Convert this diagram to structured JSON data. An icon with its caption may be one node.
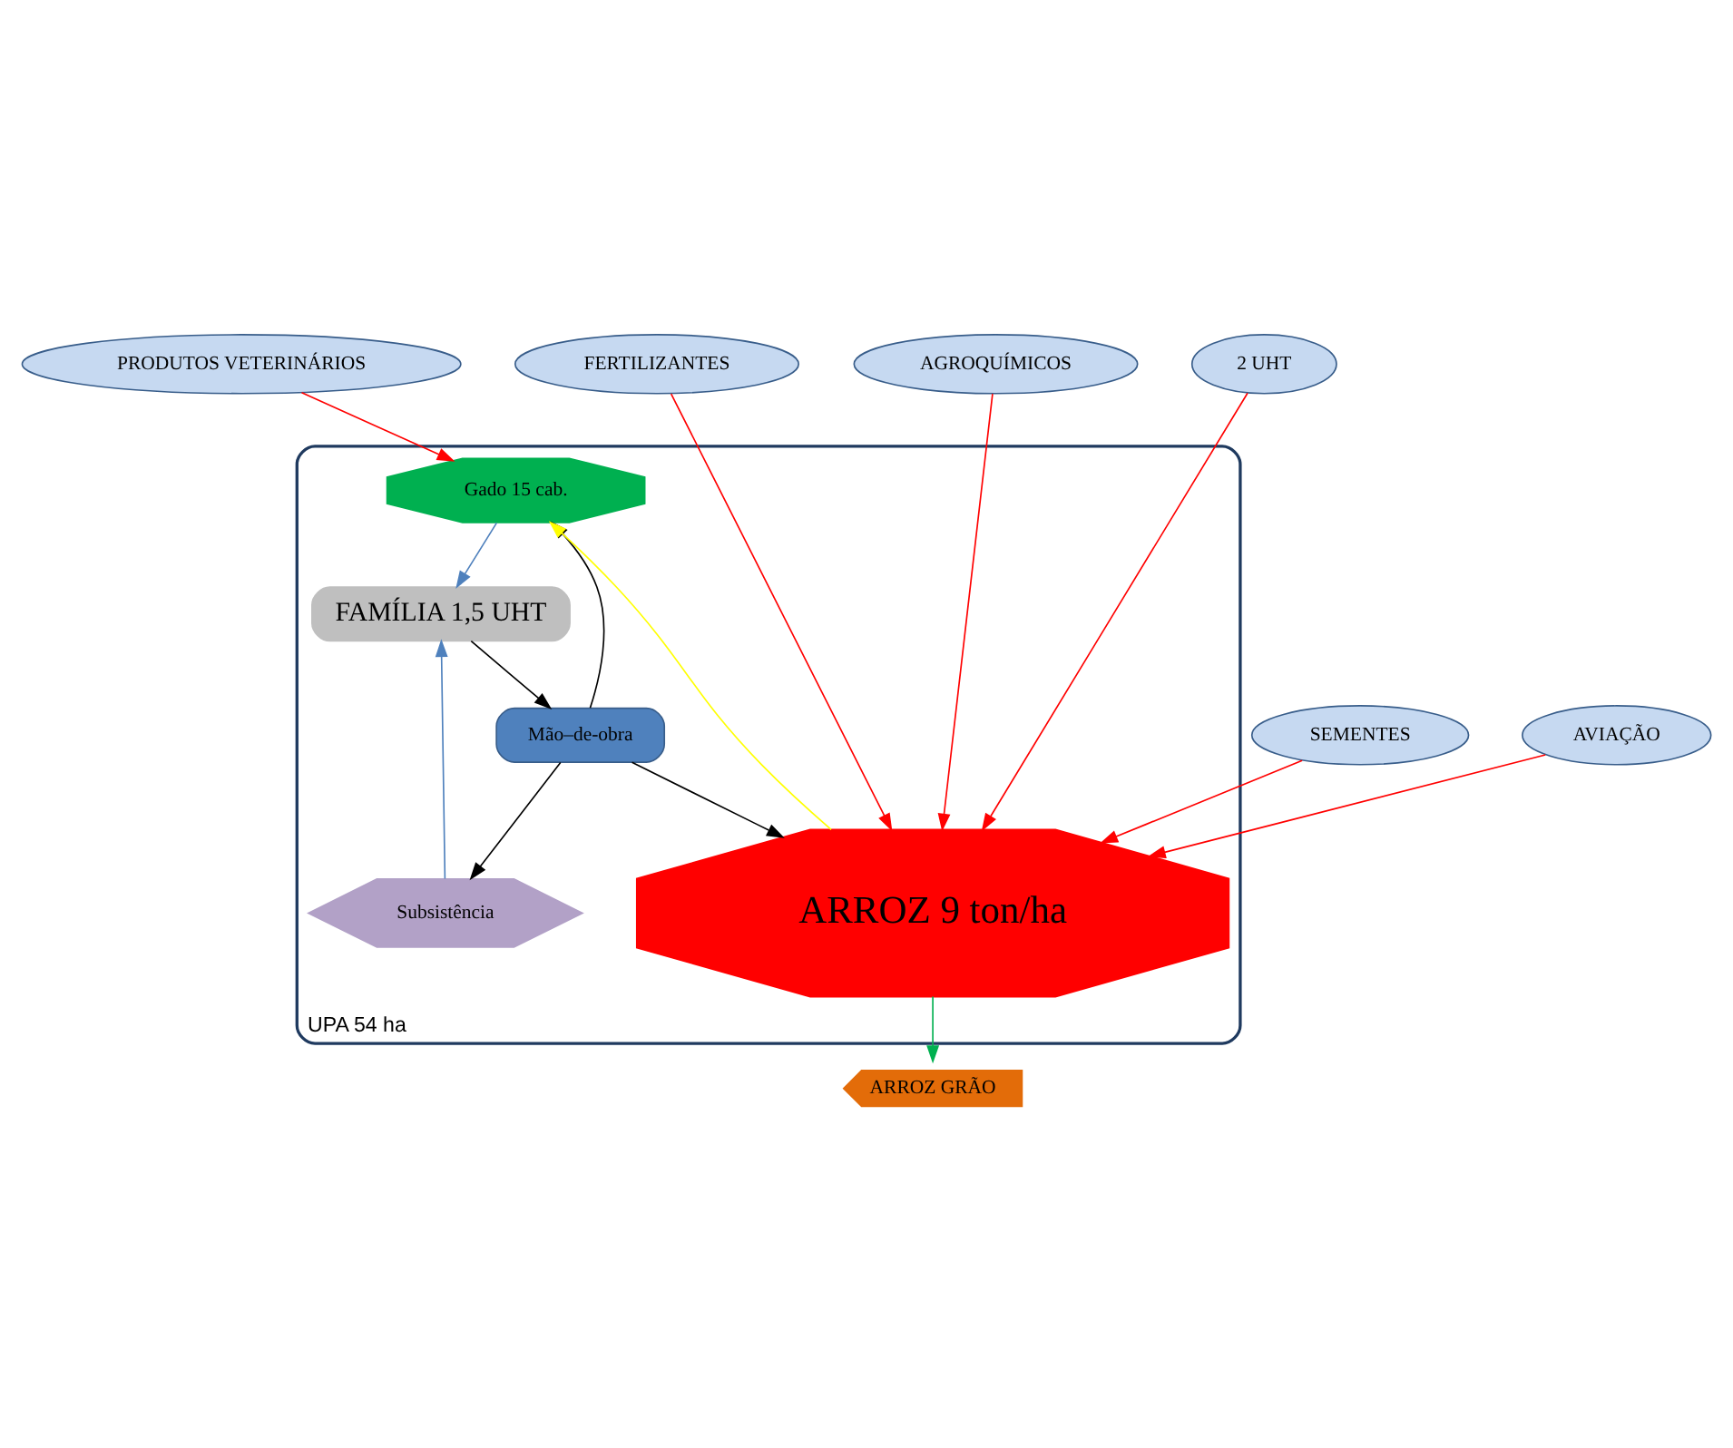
{
  "diagram": {
    "nodes": [
      {
        "text": [
          "PRODUTOS VETERINÁRIOS"
        ]
      },
      {
        "text": [
          "FERTILIZANTES"
        ]
      },
      {
        "text": [
          "AGROQUÍMICOS"
        ]
      },
      {
        "text": [
          "2 UHT"
        ]
      },
      {
        "text": [
          "SEMENTES"
        ]
      },
      {
        "text": [
          "AVIAÇÃO"
        ]
      },
      {
        "text": [
          "UPA 54 ha"
        ]
      },
      {
        "text": [
          "Gado 15 cab."
        ],
        "in": 6
      },
      {
        "text": [
          "Mão–de-obra"
        ],
        "in": 6
      },
      {
        "text": [
          "ARROZ 9 ton/ha"
        ],
        "in": 6
      },
      {
        "text": [
          "Subsistência"
        ],
        "in": 6
      },
      {
        "text": [
          "FAMÍLIA 1,5 UHT"
        ],
        "in": 6
      },
      {
        "text": [
          "ARROZ GRÃO"
        ]
      }
    ],
    "edges": [
      {
        "from": 0,
        "to": 7,
        "arrow": "to",
        "color": "#ff0000"
      },
      {
        "from": 1,
        "to": 9,
        "arrow": "to",
        "color": "#ff0000"
      },
      {
        "from": 4,
        "to": 9,
        "arrow": "to",
        "color": "#ff0000"
      },
      {
        "from": 2,
        "to": 9,
        "arrow": "to",
        "color": "#ff0000"
      },
      {
        "from": 5,
        "to": 9,
        "arrow": "to",
        "color": "#ff0000"
      },
      {
        "from": 3,
        "to": 9,
        "arrow": "to",
        "color": "#ff0000"
      },
      {
        "from": 9,
        "to": 7,
        "arrow": "to",
        "color": "#ffff00"
      },
      {
        "from": 8,
        "to": 7,
        "arrow": "to",
        "color": "#000000"
      },
      {
        "from": 8,
        "to": 10,
        "arrow": "to",
        "color": "#000000"
      },
      {
        "from": 8,
        "to": 9,
        "arrow": "to",
        "color": "#000000"
      },
      {
        "from": 11,
        "to": 8,
        "arrow": "to",
        "color": "#000000"
      },
      {
        "from": 7,
        "to": 11,
        "arrow": "to",
        "color": "#4f81bd"
      },
      {
        "from": 10,
        "to": 11,
        "arrow": "to",
        "color": "#4f81bd"
      },
      {
        "from": 9,
        "to": 12,
        "arrow": "to",
        "color": "#00b050"
      }
    ]
  }
}
